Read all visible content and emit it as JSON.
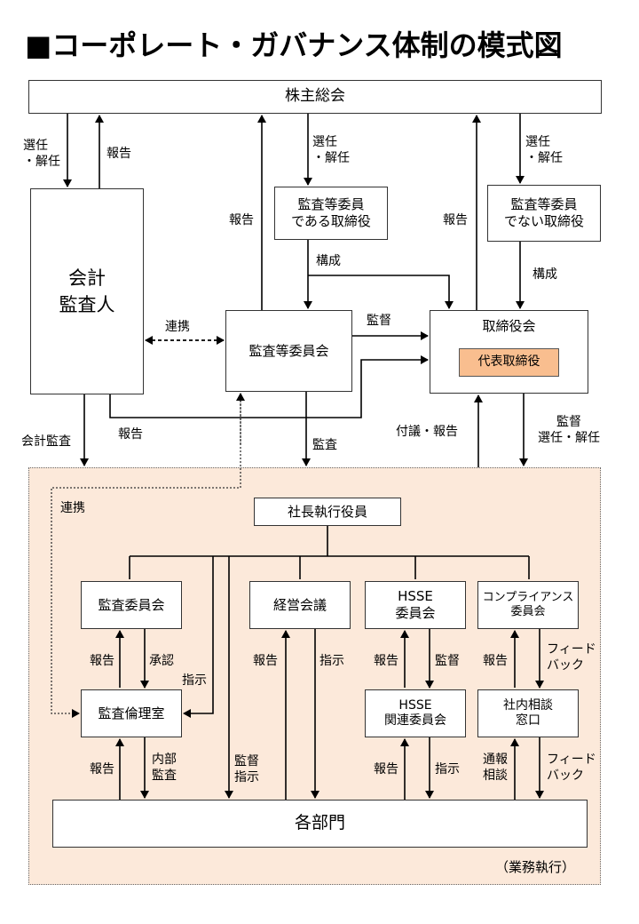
{
  "title": "■コーポレート・ガバナンス体制の模式図",
  "boxes": {
    "shareholders": "株主総会",
    "accounting_auditor": "会計\n監査人",
    "audit_director": "監査等委員\nである取締役",
    "non_audit_director": "監査等委員\nでない取締役",
    "audit_committee": "監査等委員会",
    "board": "取締役会",
    "representative_director": "代表取締役",
    "president": "社長執行役員",
    "audit_comm": "監査委員会",
    "management_meeting": "経営会議",
    "hsse_committee": "HSSE\n委員会",
    "compliance_committee": "コンプライアンス\n委員会",
    "audit_ethics_office": "監査倫理室",
    "hsse_related": "HSSE\n関連委員会",
    "consult_window": "社内相談\n窓口",
    "departments": "各部門"
  },
  "labels": {
    "select_dismiss_1": "選任\n・解任",
    "report_1": "報告",
    "select_dismiss_2": "選任\n・解任",
    "select_dismiss_3": "選任\n・解任",
    "report_2": "報告",
    "report_3": "報告",
    "compose_1": "構成",
    "compose_2": "構成",
    "cooperate_1": "連携",
    "supervise_1": "監督",
    "report_4": "報告",
    "accounting_audit": "会計監査",
    "audit_1": "監査",
    "refer_report": "付議・報告",
    "supervise_select": "監督\n選任・解任",
    "cooperate_2": "連携",
    "report_5": "報告",
    "approve": "承認",
    "instruct_1": "指示",
    "report_6": "報告",
    "instruct_2": "指示",
    "report_7": "報告",
    "supervise_2": "監督",
    "report_8": "報告",
    "feedback_1": "フィード\nバック",
    "report_9": "報告",
    "internal_audit": "内部\n監査",
    "supervise_instruct": "監督\n指示",
    "report_10": "報告",
    "instruct_3": "指示",
    "whistle_consult": "通報\n相談",
    "feedback_2": "フィード\nバック",
    "business_execution": "（業務執行）"
  },
  "colors": {
    "execution_area": "#fce9da",
    "representative_box": "#f9be8f",
    "line": "#000000"
  }
}
